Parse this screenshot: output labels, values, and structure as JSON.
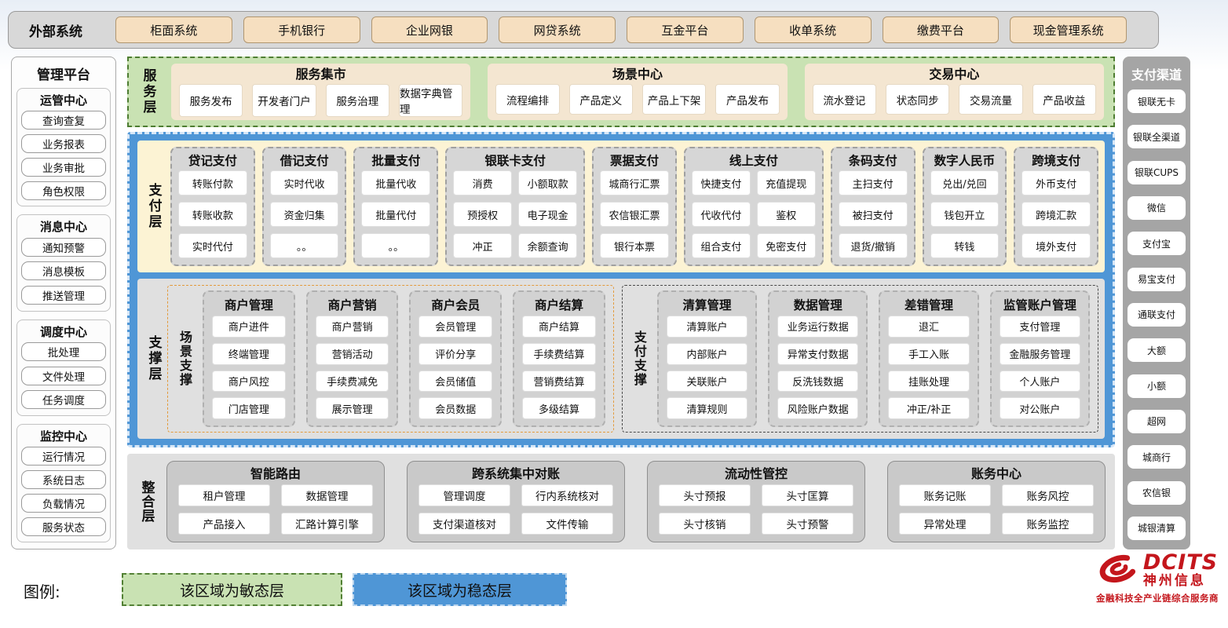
{
  "colors": {
    "agile_green": "#c9e2b3",
    "agile_border": "#538135",
    "stable_blue": "#4f96d6",
    "payment_cream": "#fcf3d4",
    "panel_gray": "#e0e0e0",
    "tan_button": "#f6dfc0",
    "brand_red": "#c4161c"
  },
  "top_bar": {
    "label": "外部系统",
    "systems": [
      "柜面系统",
      "手机银行",
      "企业网银",
      "网贷系统",
      "互金平台",
      "收单系统",
      "缴费平台",
      "现金管理系统"
    ]
  },
  "left_sidebar": {
    "title": "管理平台",
    "groups": [
      {
        "title": "运管中心",
        "items": [
          "查询查复",
          "业务报表",
          "业务审批",
          "角色权限"
        ]
      },
      {
        "title": "消息中心",
        "items": [
          "通知预警",
          "消息模板",
          "推送管理"
        ]
      },
      {
        "title": "调度中心",
        "items": [
          "批处理",
          "文件处理",
          "任务调度"
        ]
      },
      {
        "title": "监控中心",
        "items": [
          "运行情况",
          "系统日志",
          "负载情况",
          "服务状态"
        ]
      }
    ]
  },
  "service_layer": {
    "label": "服务层",
    "sections": [
      {
        "title": "服务集市",
        "items": [
          "服务发布",
          "开发者门户",
          "服务治理",
          "数据字典管理"
        ]
      },
      {
        "title": "场景中心",
        "items": [
          "流程编排",
          "产品定义",
          "产品上下架",
          "产品发布"
        ]
      },
      {
        "title": "交易中心",
        "items": [
          "流水登记",
          "状态同步",
          "交易流量",
          "产品收益"
        ]
      }
    ]
  },
  "payment_layer": {
    "label": "支付层",
    "groups": [
      {
        "title": "贷记支付",
        "cols": 1,
        "items": [
          "转账付款",
          "转账收款",
          "实时代付"
        ]
      },
      {
        "title": "借记支付",
        "cols": 1,
        "items": [
          "实时代收",
          "资金归集",
          "。。"
        ]
      },
      {
        "title": "批量支付",
        "cols": 1,
        "items": [
          "批量代收",
          "批量代付",
          "。。"
        ]
      },
      {
        "title": "银联卡支付",
        "cols": 2,
        "items": [
          "消费",
          "小额取款",
          "预授权",
          "电子现金",
          "冲正",
          "余额查询"
        ]
      },
      {
        "title": "票据支付",
        "cols": 1,
        "items": [
          "城商行汇票",
          "农信银汇票",
          "银行本票"
        ]
      },
      {
        "title": "线上支付",
        "cols": 2,
        "items": [
          "快捷支付",
          "充值提现",
          "代收代付",
          "鉴权",
          "组合支付",
          "免密支付"
        ]
      },
      {
        "title": "条码支付",
        "cols": 1,
        "items": [
          "主扫支付",
          "被扫支付",
          "退货/撤销"
        ]
      },
      {
        "title": "数字人民币",
        "cols": 1,
        "items": [
          "兑出/兑回",
          "钱包开立",
          "转钱"
        ]
      },
      {
        "title": "跨境支付",
        "cols": 1,
        "items": [
          "外币支付",
          "跨境汇款",
          "境外支付"
        ]
      }
    ]
  },
  "support_layer": {
    "label": "支撑层",
    "zones": [
      {
        "label": "场景支撑",
        "style": "orange",
        "groups": [
          {
            "title": "商户管理",
            "items": [
              "商户进件",
              "终端管理",
              "商户风控",
              "门店管理"
            ]
          },
          {
            "title": "商户营销",
            "items": [
              "商户营销",
              "营销活动",
              "手续费减免",
              "展示管理"
            ]
          },
          {
            "title": "商户会员",
            "items": [
              "会员管理",
              "评价分享",
              "会员储值",
              "会员数据"
            ]
          },
          {
            "title": "商户结算",
            "items": [
              "商户结算",
              "手续费结算",
              "营销费结算",
              "多级结算"
            ]
          }
        ]
      },
      {
        "label": "支付支撑",
        "style": "dark",
        "groups": [
          {
            "title": "清算管理",
            "items": [
              "清算账户",
              "内部账户",
              "关联账户",
              "清算规则"
            ]
          },
          {
            "title": "数据管理",
            "items": [
              "业务运行数据",
              "异常支付数据",
              "反洗钱数据",
              "风险账户数据"
            ]
          },
          {
            "title": "差错管理",
            "items": [
              "退汇",
              "手工入账",
              "挂账处理",
              "冲正/补正"
            ]
          },
          {
            "title": "监管账户管理",
            "items": [
              "支付管理",
              "金融服务管理",
              "个人账户",
              "对公账户"
            ]
          }
        ]
      }
    ]
  },
  "integration_layer": {
    "label": "整合层",
    "sections": [
      {
        "title": "智能路由",
        "items": [
          "租户管理",
          "数据管理",
          "产品接入",
          "汇路计算引擎"
        ]
      },
      {
        "title": "跨系统集中对账",
        "items": [
          "管理调度",
          "行内系统核对",
          "支付渠道核对",
          "文件传输"
        ]
      },
      {
        "title": "流动性管控",
        "items": [
          "头寸预报",
          "头寸匡算",
          "头寸核销",
          "头寸预警"
        ]
      },
      {
        "title": "账务中心",
        "items": [
          "账务记账",
          "账务风控",
          "异常处理",
          "账务监控"
        ]
      }
    ]
  },
  "right_sidebar": {
    "title": "支付渠道",
    "channels": [
      "银联无卡",
      "银联全渠道",
      "银联CUPS",
      "微信",
      "支付宝",
      "易宝支付",
      "通联支付",
      "大额",
      "小额",
      "超网",
      "城商行",
      "农信银",
      "城银清算"
    ]
  },
  "legend": {
    "label": "图例:",
    "items": [
      {
        "text": "该区域为敏态层",
        "type": "green"
      },
      {
        "text": "该区域为稳态层",
        "type": "blue"
      }
    ]
  },
  "logo": {
    "brand": "DCITS",
    "name": "神州信息",
    "tagline": "金融科技全产业链综合服务商"
  }
}
